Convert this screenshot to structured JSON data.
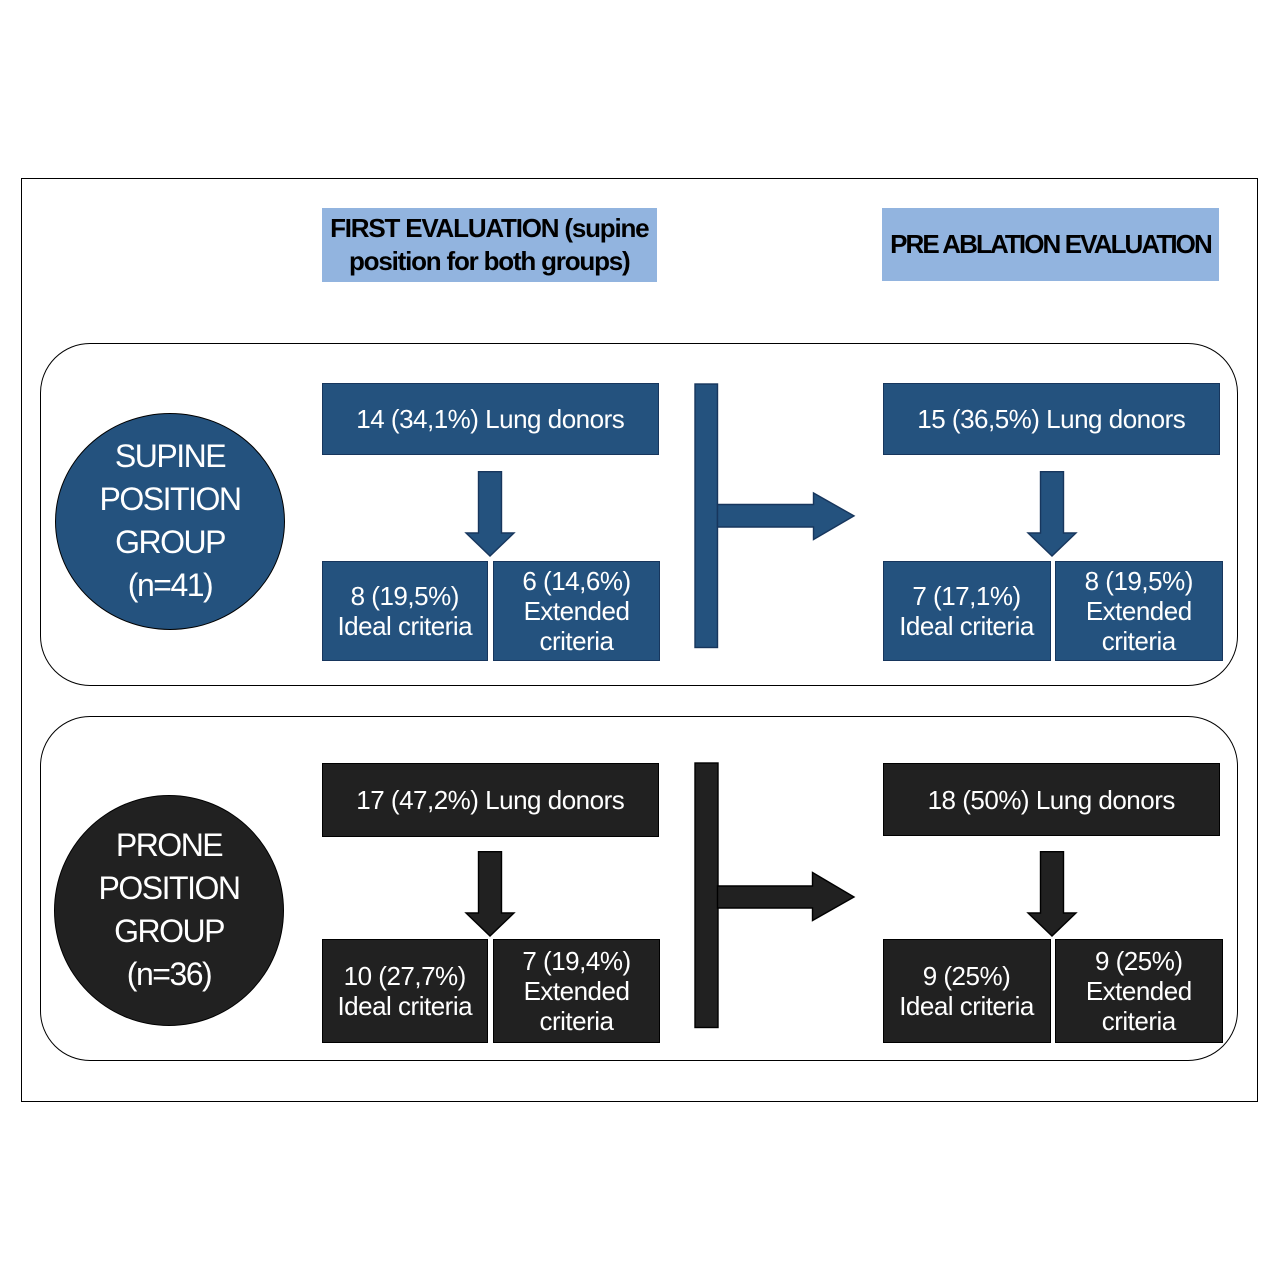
{
  "colors": {
    "background": "#ffffff",
    "border": "#000000",
    "header_fill": "#92b4df",
    "header_text": "#000000",
    "box_text": "#ffffff",
    "supine_fill": "#24527e",
    "supine_outline": "#17365d",
    "prone_fill": "#212121",
    "prone_outline": "#000000"
  },
  "headers": [
    {
      "id": "first-evaluation",
      "lines": [
        "FIRST EVALUATION (supine",
        "position for both groups)"
      ]
    },
    {
      "id": "pre-ablation",
      "lines": [
        "PRE ABLATION EVALUATION"
      ]
    }
  ],
  "groups": [
    {
      "id": "supine",
      "circle_lines": [
        "SUPINE",
        "POSITION",
        "GROUP",
        "(n=41)"
      ],
      "first_evaluation": {
        "donors": "14 (34,1%) Lung donors",
        "ideal_lines": [
          "8 (19,5%)",
          "Ideal criteria"
        ],
        "extended_lines": [
          "6 (14,6%)",
          "Extended",
          "criteria"
        ]
      },
      "pre_ablation": {
        "donors": "15 (36,5%) Lung donors",
        "ideal_lines": [
          "7 (17,1%)",
          "Ideal criteria"
        ],
        "extended_lines": [
          "8 (19,5%)",
          "Extended",
          "criteria"
        ]
      }
    },
    {
      "id": "prone",
      "circle_lines": [
        "PRONE",
        "POSITION",
        "GROUP",
        "(n=36)"
      ],
      "first_evaluation": {
        "donors": "17 (47,2%) Lung donors",
        "ideal_lines": [
          "10 (27,7%)",
          "Ideal criteria"
        ],
        "extended_lines": [
          "7 (19,4%)",
          "Extended",
          "criteria"
        ]
      },
      "pre_ablation": {
        "donors": "18 (50%) Lung donors",
        "ideal_lines": [
          "9 (25%)",
          "Ideal criteria"
        ],
        "extended_lines": [
          "9 (25%)",
          "Extended",
          "criteria"
        ]
      }
    }
  ]
}
